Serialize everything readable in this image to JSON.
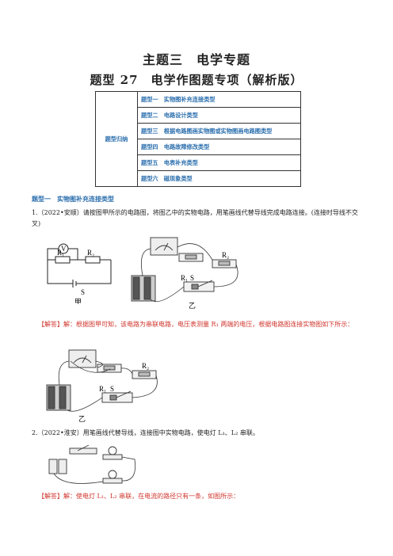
{
  "title_main": "主题三　电学专题",
  "title_sub": "题型 27　电学作图题专项（解析版）",
  "summary_label": "题型归纳",
  "types": [
    "题型一　实物图补充连接类型",
    "题型二　电路设计类型",
    "题型三　根据电路图画实物图或实物图画电路图类型",
    "题型四　电路故障修改类型",
    "题型五　电表补充类型",
    "题型六　磁现象类型"
  ],
  "section1_heading": "题型一　实物图补充连接类型",
  "q1_text": "1.（2022•安顺）请按图甲所示的电路图，将图乙中的实物电路，用笔画线代替导线完成电路连接。(连接时导线不交叉)",
  "q1_answer": "【解答】解：根据图甲可知，该电路为串联电路，电压表测量 R₁ 两端的电压，根据电路图连接实物图如下所示：",
  "q2_text": "2.（2022•淮安）用笔画线代替导线，连接图中实物电路，使电灯 L₁、L₂ 串联。",
  "q2_answer": "【解答】解：使电灯 L₁、L₂ 串联，在电流的路径只有一条，如图所示：",
  "fig_labels": {
    "voltmeter": "V",
    "r1": "R₁",
    "r2": "R₂",
    "switch": "S",
    "fig_jia": "甲",
    "fig_yi": "乙"
  }
}
